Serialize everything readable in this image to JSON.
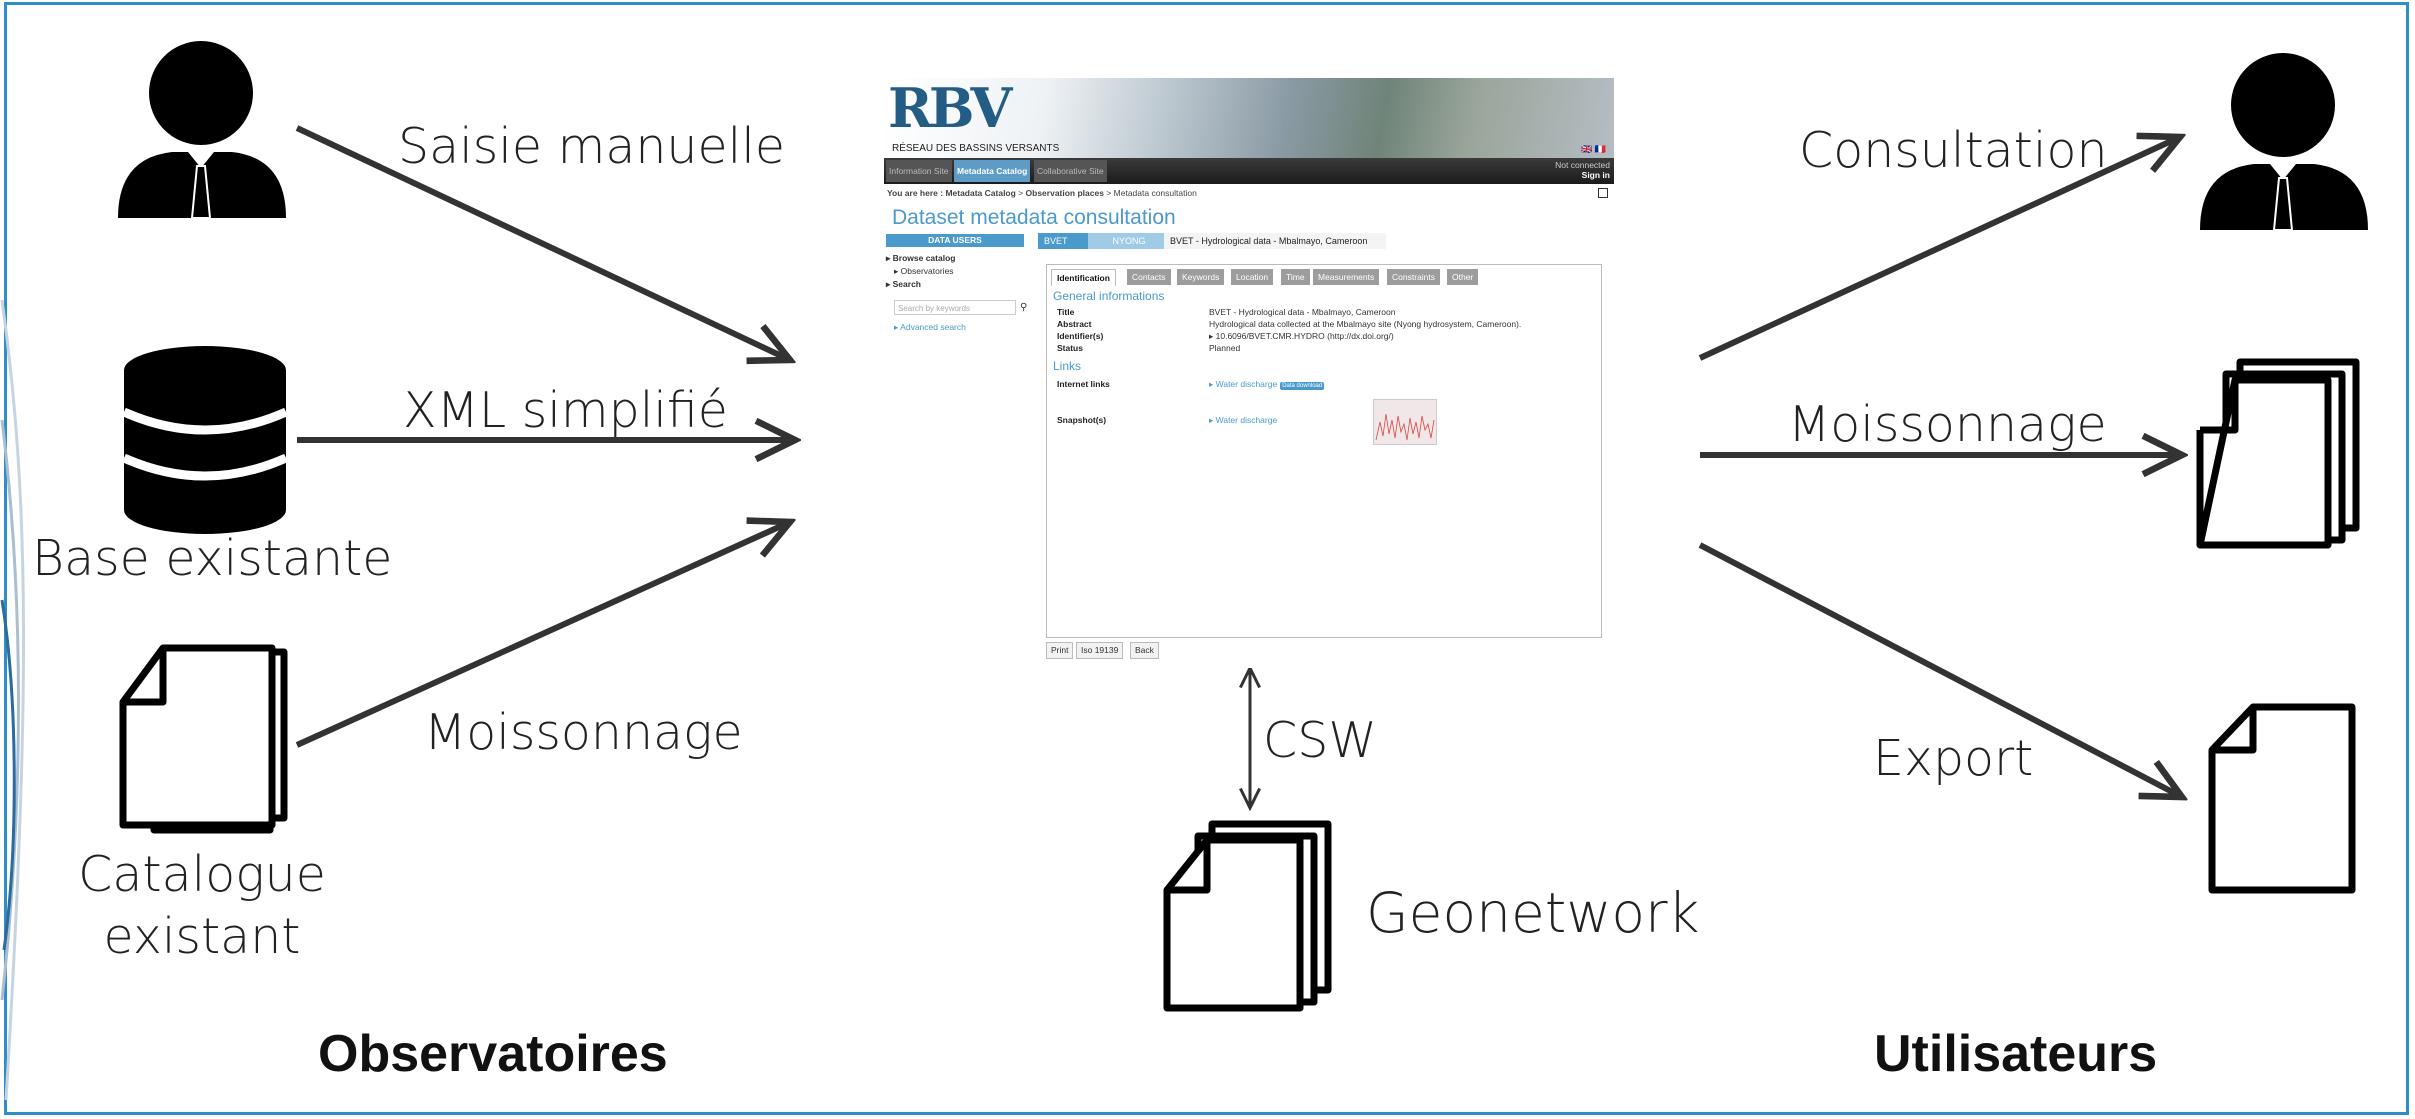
{
  "left": {
    "labels": {
      "manual": "Saisie manuelle",
      "xml": "XML simplifié",
      "harvest": "Moissonnage"
    },
    "sources": {
      "database": "Base existante",
      "catalog_line1": "Catalogue",
      "catalog_line2": "existant"
    },
    "group_title": "Observatoires"
  },
  "center": {
    "protocol": "CSW",
    "catalog_name": "Geonetwork"
  },
  "right": {
    "labels": {
      "consultation": "Consultation",
      "harvest": "Moissonnage",
      "export": "Export"
    },
    "group_title": "Utilisateurs"
  },
  "screenshot": {
    "logo": "RBV",
    "logo_subtitle": "RÉSEAU DES BASSINS VERSANTS",
    "flags": "🇬🇧 🇫🇷",
    "nav_tabs": [
      "Information Site",
      "Metadata Catalog",
      "Collaborative Site"
    ],
    "nav_right": {
      "status": "Not connected",
      "signin": "Sign in"
    },
    "breadcrumb": {
      "prefix": "You are here :",
      "catalog": "Metadata Catalog",
      "sep1": ">",
      "places": "Observation places",
      "sep2": "> Metadata consultation"
    },
    "page_title": "Dataset metadata consultation",
    "sidebar": {
      "header": "DATA USERS",
      "browse": "Browse catalog",
      "observatories": "Observatories",
      "search": "Search",
      "search_placeholder": "Search by keywords",
      "advanced": "Advanced search"
    },
    "chevrons": [
      "BVET",
      "NYONG",
      "BVET - Hydrological data - Mbalmayo, Cameroon"
    ],
    "tabs": [
      "Identification",
      "Contacts",
      "Keywords",
      "Location",
      "Time",
      "Measurements",
      "Constraints",
      "Other"
    ],
    "general_heading": "General informations",
    "fields": [
      {
        "key": "Title",
        "value": "BVET - Hydrological data - Mbalmayo, Cameroon"
      },
      {
        "key": "Abstract",
        "value": "Hydrological data collected at the Mbalmayo site (Nyong hydrosystem, Cameroon)."
      },
      {
        "key": "Identifier(s)",
        "value": "▸ 10.6096/BVET.CMR.HYDRO (http://dx.doi.org/)"
      },
      {
        "key": "Status",
        "value": "Planned"
      }
    ],
    "links_heading": "Links",
    "internet_links_key": "Internet links",
    "internet_links_value": "▸ Water discharge",
    "download_badge": "Data download",
    "snapshot_key": "Snapshot(s)",
    "snapshot_value": "▸ Water discharge",
    "buttons": [
      "Print",
      "Iso 19139",
      "Back"
    ]
  },
  "colors": {
    "frame": "#2e8ec7",
    "arrow": "#333333",
    "accent": "#4a9acc"
  }
}
